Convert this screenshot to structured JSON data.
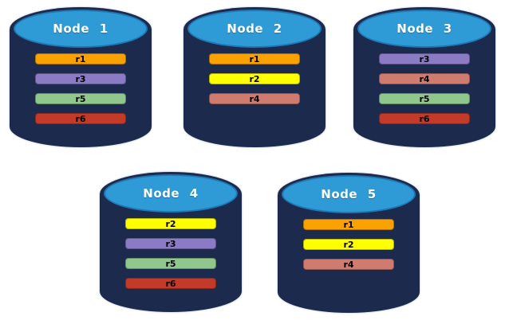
{
  "colors": {
    "background": "#FFFFFF",
    "cylinder_body": "#1B2A4D",
    "cylinder_top": "#2E9BD6",
    "cylinder_top_border": "#1F78B5",
    "replica_r1": "#F9A201",
    "replica_r2": "#FFFF00",
    "replica_r3": "#8A7BC4",
    "replica_r4": "#CF7B6F",
    "replica_r5": "#8FC78D",
    "replica_r6": "#C43A28"
  },
  "nodes": [
    {
      "label": "Node 1",
      "bars": [
        {
          "label": "r1",
          "color": "#F9A201"
        },
        {
          "label": "r3",
          "color": "#8A7BC4"
        },
        {
          "label": "r5",
          "color": "#8FC78D"
        },
        {
          "label": "r6",
          "color": "#C43A28"
        }
      ]
    },
    {
      "label": "Node 2",
      "bars": [
        {
          "label": "r1",
          "color": "#F9A201"
        },
        {
          "label": "r2",
          "color": "#FFFF00"
        },
        {
          "label": "r4",
          "color": "#CF7B6F"
        }
      ]
    },
    {
      "label": "Node 3",
      "bars": [
        {
          "label": "r3",
          "color": "#8A7BC4"
        },
        {
          "label": "r4",
          "color": "#CF7B6F"
        },
        {
          "label": "r5",
          "color": "#8FC78D"
        },
        {
          "label": "r6",
          "color": "#C43A28"
        }
      ]
    },
    {
      "label": "Node 4",
      "bars": [
        {
          "label": "r2",
          "color": "#FFFF00"
        },
        {
          "label": "r3",
          "color": "#8A7BC4"
        },
        {
          "label": "r5",
          "color": "#8FC78D"
        },
        {
          "label": "r6",
          "color": "#C43A28"
        }
      ]
    },
    {
      "label": "Node 5",
      "bars": [
        {
          "label": "r1",
          "color": "#F9A201"
        },
        {
          "label": "r2",
          "color": "#FFFF00"
        },
        {
          "label": "r4",
          "color": "#CF7B6F"
        }
      ]
    }
  ]
}
